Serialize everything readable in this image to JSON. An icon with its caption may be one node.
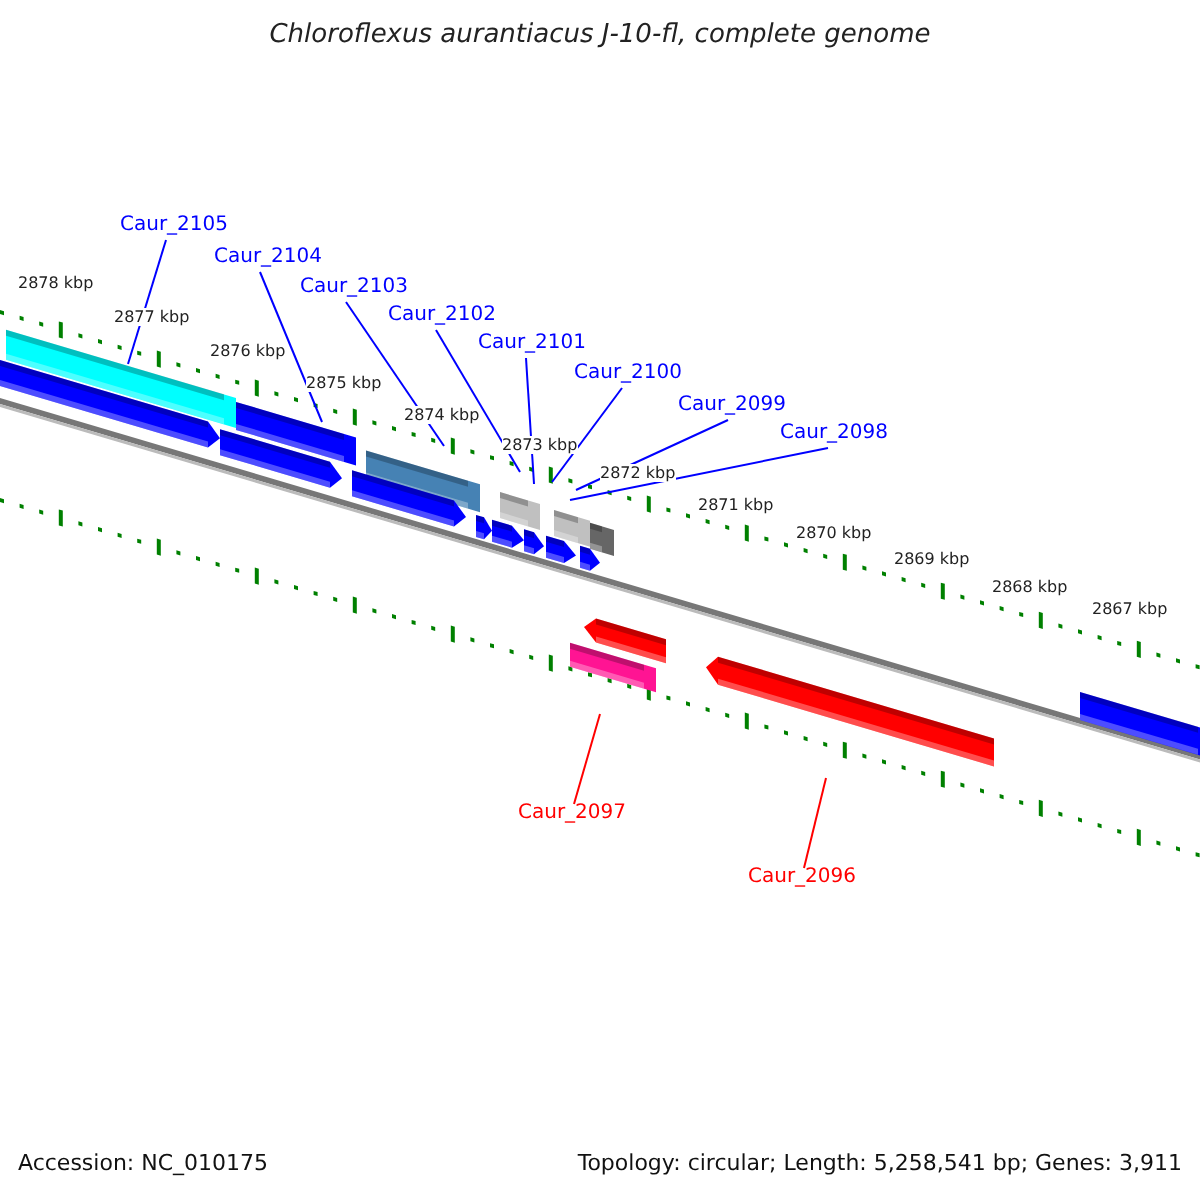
{
  "diagram": {
    "title": "Chloroflexus aurantiacus J-10-fl, complete genome",
    "nodes": [
      {
        "text": [
          "Caur_2105"
        ]
      },
      {
        "text": [
          "Caur_2104"
        ]
      },
      {
        "text": [
          "Caur_2103"
        ]
      },
      {
        "text": [
          "Caur_2102"
        ]
      },
      {
        "text": [
          "Caur_2101"
        ]
      },
      {
        "text": [
          "Caur_2100"
        ]
      },
      {
        "text": [
          "Caur_2099"
        ]
      },
      {
        "text": [
          "Caur_2098"
        ]
      },
      {
        "text": [
          "Caur_2097"
        ]
      },
      {
        "text": [
          "Caur_2096"
        ]
      }
    ],
    "edges": [
      {
        "from": 0,
        "to": null,
        "arrow": "none"
      },
      {
        "from": 1,
        "to": null,
        "arrow": "none"
      },
      {
        "from": 2,
        "to": null,
        "arrow": "none"
      },
      {
        "from": 3,
        "to": null,
        "arrow": "none"
      },
      {
        "from": 4,
        "to": null,
        "arrow": "none"
      },
      {
        "from": 5,
        "to": null,
        "arrow": "none"
      },
      {
        "from": 6,
        "to": null,
        "arrow": "none"
      },
      {
        "from": 7,
        "to": null,
        "arrow": "none"
      },
      {
        "from": 8,
        "to": null,
        "arrow": "none",
        "color": "#ff0000"
      },
      {
        "from": 9,
        "to": null,
        "arrow": "none",
        "color": "#ff0000"
      }
    ],
    "labels": [
      "2878 kbp",
      "2877 kbp",
      "2876 kbp",
      "2875 kbp",
      "2874 kbp",
      "2873 kbp",
      "2872 kbp",
      "2871 kbp",
      "2870 kbp",
      "2869 kbp",
      "2868 kbp",
      "2867 kbp",
      "Accession: NC_010175",
      "Topology: circular; Length: 5,258,541 bp; Genes: 3,911"
    ]
  }
}
